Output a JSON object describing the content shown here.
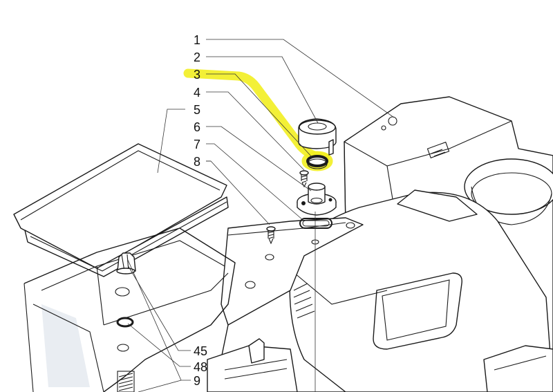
{
  "callouts": [
    {
      "id": "1",
      "label": "1"
    },
    {
      "id": "2",
      "label": "2"
    },
    {
      "id": "3",
      "label": "3"
    },
    {
      "id": "4",
      "label": "4"
    },
    {
      "id": "5",
      "label": "5"
    },
    {
      "id": "6",
      "label": "6"
    },
    {
      "id": "7",
      "label": "7"
    },
    {
      "id": "8",
      "label": "8"
    },
    {
      "id": "45",
      "label": "45"
    },
    {
      "id": "48",
      "label": "48"
    },
    {
      "id": "9",
      "label": "9"
    }
  ],
  "highlight": {
    "callout": "3",
    "color": "#f2ee21"
  }
}
